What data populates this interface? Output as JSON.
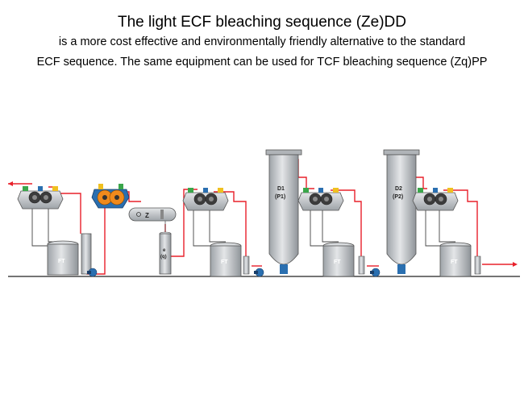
{
  "header": {
    "title": "The light ECF bleaching sequence (Ze)DD",
    "line1": "is a more cost effective and environmentally friendly alternative to the standard",
    "line2": "ECF sequence. The same equipment can be used for TCF bleaching sequence (Zq)PP"
  },
  "labels": {
    "ft": "FT",
    "z": "Z",
    "e": "e",
    "q": "(q)",
    "d1": "D1",
    "p1": "(P1)",
    "d2": "D2",
    "p2": "(P2)"
  },
  "colors": {
    "pipe": "#e8202a",
    "line": "#444444",
    "vessel": "#c4c7cb",
    "pump": "#2a6fb0",
    "washer_accent": "#f08a1c",
    "valve_green": "#3aa64a"
  }
}
